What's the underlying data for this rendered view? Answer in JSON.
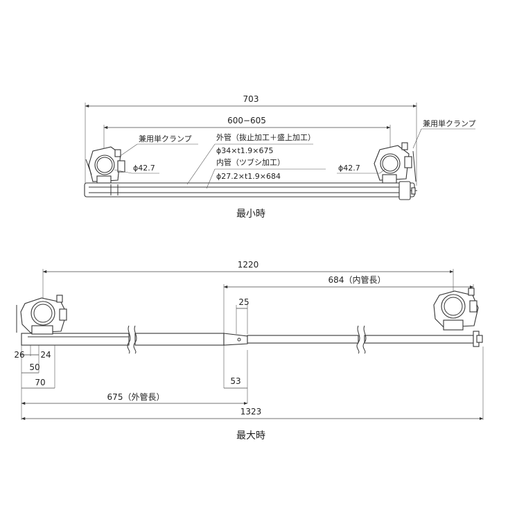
{
  "min_view": {
    "caption": "最小時",
    "dim_total": "703",
    "dim_range": "600−605",
    "clamp_label_left": "兼用単クランプ",
    "clamp_label_right": "兼用単クランプ",
    "outer_pipe_label": "外管（抜止加工＋盛上加工）",
    "outer_pipe_spec": "ϕ34×t1.9×675",
    "inner_pipe_label": "内管（ツブシ加工）",
    "inner_pipe_spec": "ϕ27.2×t1.9×684",
    "clamp_dia_left": "ϕ42.7",
    "clamp_dia_right": "ϕ42.7"
  },
  "max_view": {
    "caption": "最大時",
    "dim_1220": "1220",
    "dim_684": "684（内管長）",
    "dim_25": "25",
    "dim_26": "26",
    "dim_24": "24",
    "dim_50": "50",
    "dim_70": "70",
    "dim_53": "53",
    "dim_675": "675（外管長）",
    "dim_1323": "1323"
  }
}
